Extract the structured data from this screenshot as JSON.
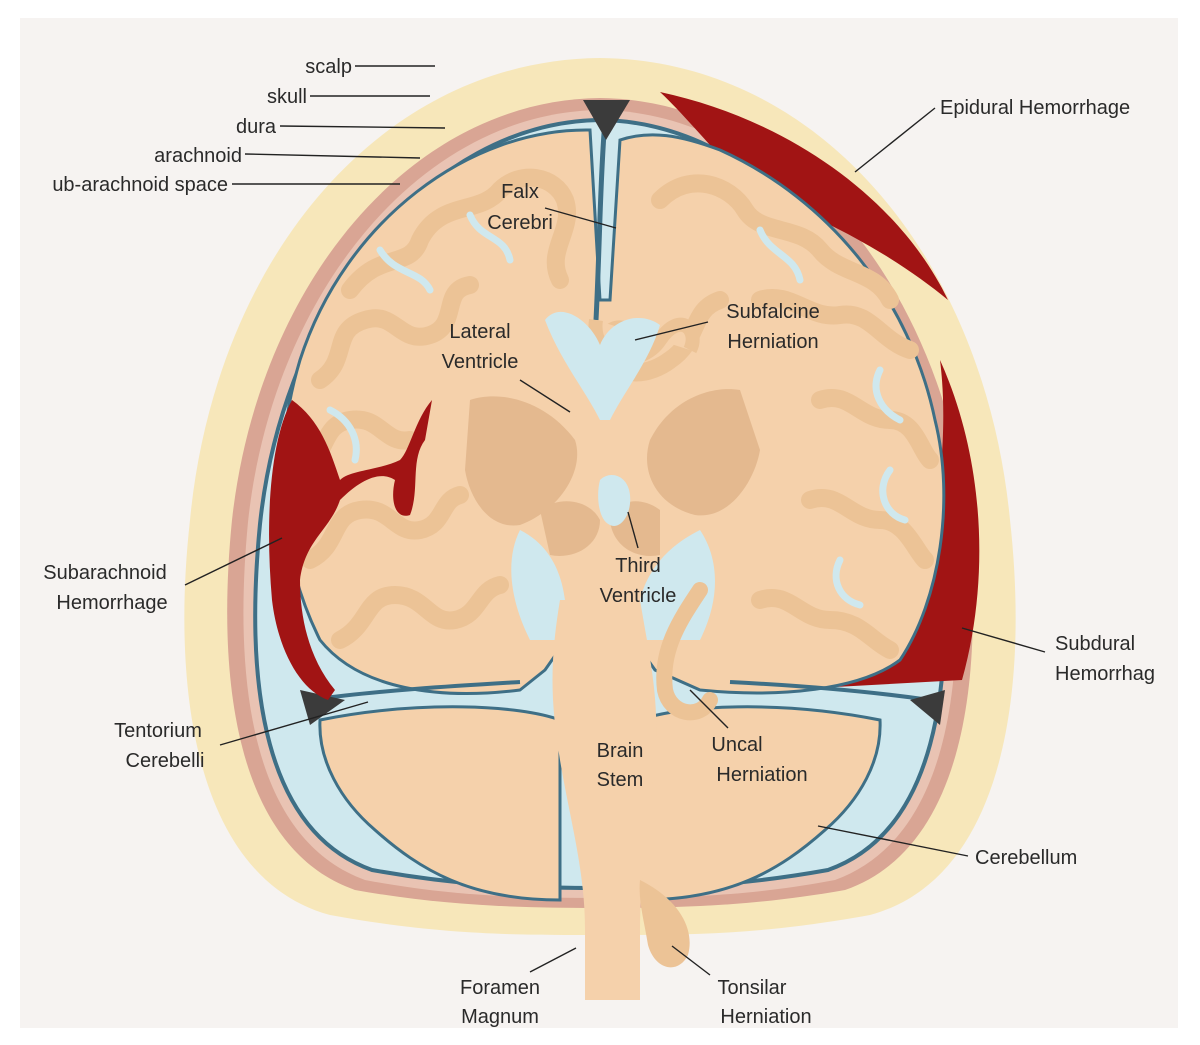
{
  "labels": {
    "scalp": "scalp",
    "skull": "skull",
    "dura": "dura",
    "arachnoid": "arachnoid",
    "subarachnoid_space": "ub-arachnoid space",
    "epidural": "Epidural Hemorrhage",
    "falx_1": "Falx",
    "falx_2": "Cerebri",
    "subfalcine_1": "Subfalcine",
    "subfalcine_2": "Herniation",
    "lateral_1": "Lateral",
    "lateral_2": "Ventricle",
    "third_1": "Third",
    "third_2": "Ventricle",
    "subarachnoid_hem_1": "Subarachnoid",
    "subarachnoid_hem_2": "Hemorrhage",
    "subdural_1": "Subdural",
    "subdural_2": "Hemorrhag",
    "tentorium_1": "Tentorium",
    "tentorium_2": "Cerebelli",
    "brainstem_1": "Brain",
    "brainstem_2": "Stem",
    "uncal_1": "Uncal",
    "uncal_2": "Herniation",
    "cerebellum": "Cerebellum",
    "foramen_1": "Foramen",
    "foramen_2": "Magnum",
    "tonsilar_1": "Tonsilar",
    "tonsilar_2": "Herniation"
  },
  "colors": {
    "background": "#f6f3f1",
    "scalp": "#f7e7ba",
    "skull": "#d9a594",
    "csf_space": "#cfe8ee",
    "arachnoid_line": "#3e6f86",
    "brain": "#f5d1ab",
    "gyri_white": "#ecc396",
    "deep_nuclei": "#e4b98f",
    "hemorrhage": "#a11414",
    "dark_sinus": "#3b3b3b"
  }
}
